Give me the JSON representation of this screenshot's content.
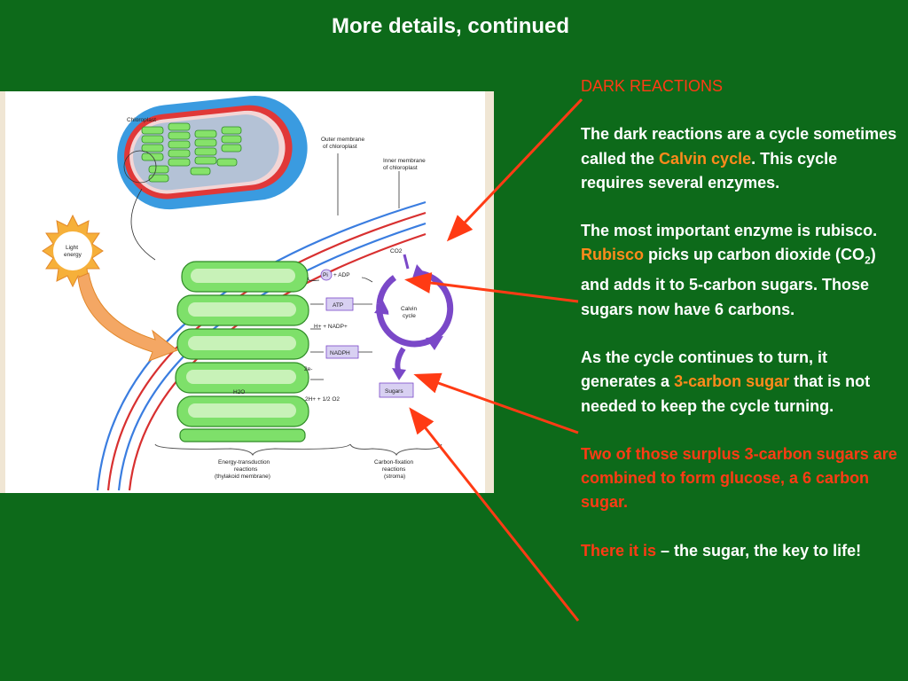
{
  "slide": {
    "title": "More details, continued"
  },
  "figure": {
    "labels": {
      "chloroplast": "Chloroplast",
      "outer_membrane_1": "Outer membrane",
      "outer_membrane_2": "of chloroplast",
      "inner_membrane_1": "Inner membrane",
      "inner_membrane_2": "of chloroplast",
      "light_1": "Light",
      "light_2": "energy",
      "co2": "CO2",
      "pi": "Pi",
      "plus_adp": "+ ADP",
      "atp": "ATP",
      "h_nadp": "H+ + NADP+",
      "nadph": "NADPH",
      "calvin_1": "Calvin",
      "calvin_2": "cycle",
      "electrons": "2e-",
      "h2o": "H2O",
      "oxygen": "2H+ + 1/2 O2",
      "sugars": "Sugars",
      "energy_1": "Energy-transduction",
      "energy_2": "reactions",
      "energy_3": "(thylakoid membrane)",
      "carbon_1": "Carbon-fixation",
      "carbon_2": "reactions",
      "carbon_3": "(stroma)"
    }
  },
  "text": {
    "heading": "DARK REACTIONS",
    "p1_a": "The dark reactions are a cycle sometimes called the ",
    "p1_calvin": "Calvin cycle",
    "p1_b": ".  This cycle requires several enzymes.",
    "p2_a": "The most important enzyme is rubisco.  ",
    "p2_rubisco": "Rubisco",
    "p2_b": " picks up carbon dioxide (CO",
    "p2_sub": "2",
    "p2_c": ") and adds it to 5-carbon sugars.  Those sugars now have 6 carbons.",
    "p3_a": "As the cycle continues to  turn, it generates a ",
    "p3_sugar": "3-carbon sugar",
    "p3_b": " that is not needed to keep the cycle turning.",
    "p4": "Two of those surplus 3-carbon sugars are combined to form glucose, a 6 carbon sugar.",
    "p5_red": "There it is",
    "p5_b": " – the sugar, the key to life!"
  },
  "colors": {
    "background": "#0d6a1a",
    "accent_red": "#ff3b14",
    "accent_orange": "#ff8a1c",
    "cycle_purple": "#7a48c8"
  }
}
